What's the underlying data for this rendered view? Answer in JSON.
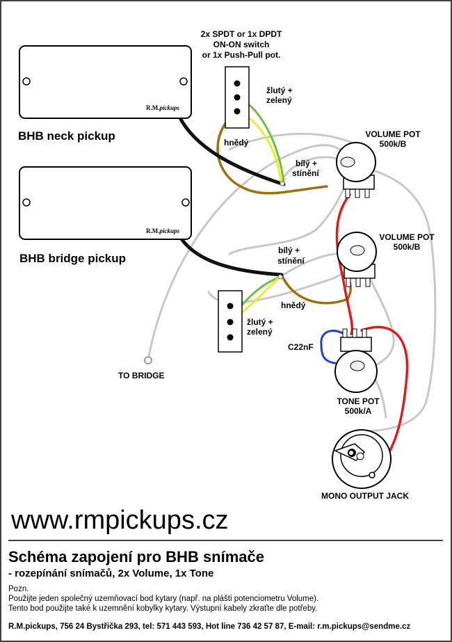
{
  "switch_label": {
    "line1": "2x SPDT or 1x DPDT",
    "line2": "ON-ON switch",
    "line3": "or 1x Push-Pull pot."
  },
  "neck_pickup": {
    "label": "BHB neck pickup",
    "brand_rm": "R.M.",
    "brand_pickups": "pickups"
  },
  "bridge_pickup": {
    "label": "BHB bridge pickup",
    "brand_rm": "R.M.",
    "brand_pickups": "pickups"
  },
  "wire_labels": {
    "top_yellow_green_1": "žlutý +",
    "top_yellow_green_2": "zelený",
    "top_brown": "hnědý",
    "top_white_shield_1": "bílý +",
    "top_white_shield_2": "stínění",
    "bottom_white_shield_1": "bílý +",
    "bottom_white_shield_2": "stínění",
    "bottom_brown": "hnědý",
    "bottom_yellow_green_1": "žlutý +",
    "bottom_yellow_green_2": "zelený"
  },
  "volume_pot_1": {
    "name": "VOLUME POT",
    "value": "500k/B"
  },
  "volume_pot_2": {
    "name": "VOLUME POT",
    "value": "500k/B"
  },
  "capacitor": {
    "label": "C22nF"
  },
  "tone_pot": {
    "name": "TONE POT",
    "value": "500k/A"
  },
  "to_bridge": "TO BRIDGE",
  "output_jack": "MONO OUTPUT JACK",
  "website": "www.rmpickups.cz",
  "title": "Schéma zapojení pro BHB snímače",
  "subtitle": "- rozepínání snímačů, 2x Volume, 1x Tone",
  "notes": [
    "Pozn.",
    "Použijte jeden společný uzemňovací bod kytary (např. na plášti potenciometru Volume).",
    "Tento bod použijte také k uzemnění kobylky kytary. Výstupní kabely zkraťte dle potřeby."
  ],
  "footer": "R.M.pickups, 756 24 Bystřička 293, tel: 571 443 593, Hot line 736 42 57 87, E-mail: r.m.pickups@sendme.cz",
  "colors": {
    "black_wire": "#111111",
    "grey_wire": "#c8c8c8",
    "brown_wire": "#a0700f",
    "yellow_wire": "#f2ea28",
    "green_wire": "#6cc13a",
    "red_wire": "#e01b1b",
    "blue_wire": "#1c3fd0"
  }
}
